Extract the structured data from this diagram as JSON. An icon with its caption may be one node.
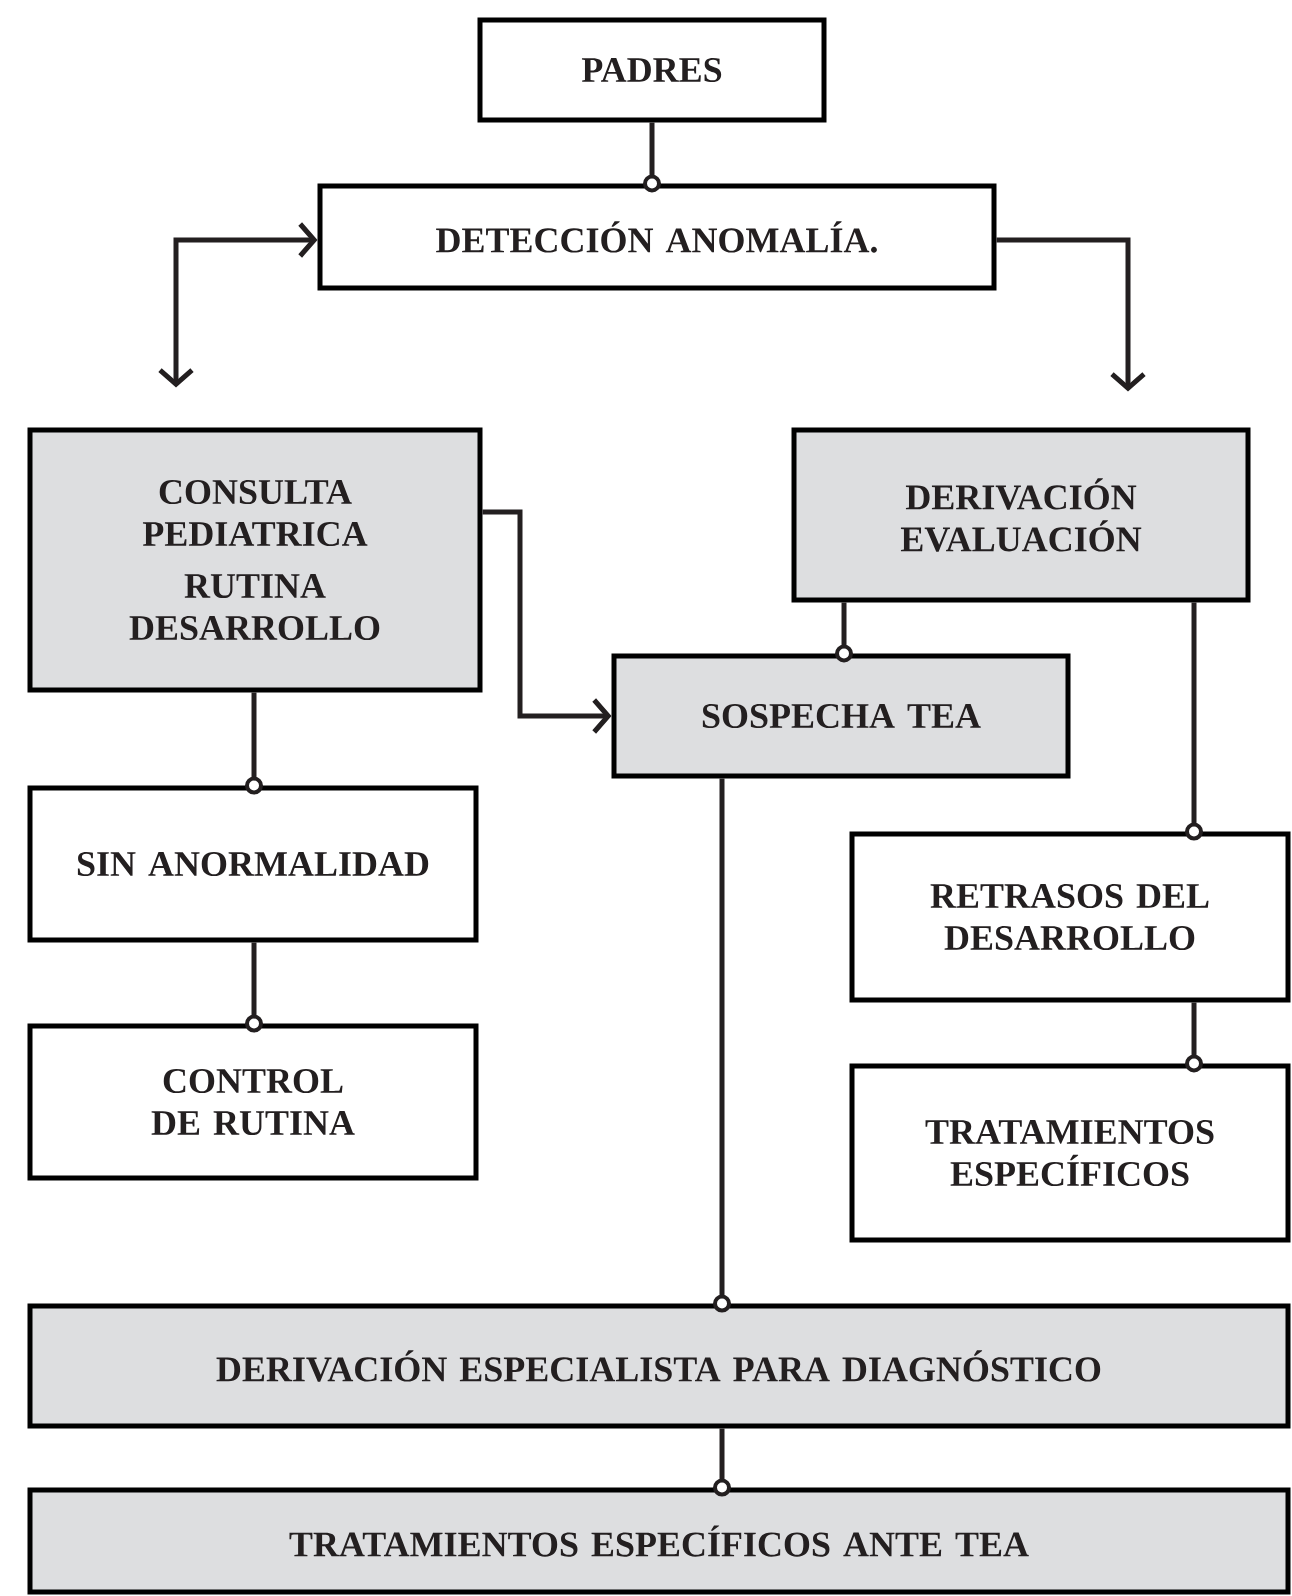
{
  "diagram": {
    "nodes": [
      {
        "text": [
          "PADRES"
        ]
      },
      {
        "text": [
          "DETECCIÓN ANOMALÍA."
        ]
      },
      {
        "text": [
          "CONSULTA PEDIATRICA",
          "RUTINA DESARROLLO"
        ]
      },
      {
        "text": [
          "DERIVACIÓN EVALUACIÓN"
        ]
      },
      {
        "text": [
          "SOSPECHA TEA"
        ]
      },
      {
        "text": [
          "SIN ANORMALIDAD"
        ]
      },
      {
        "text": [
          "RETRASOS DEL DESARROLLO"
        ]
      },
      {
        "text": [
          "CONTROL DE RUTINA"
        ]
      },
      {
        "text": [
          "TRATAMIENTOS ESPECÍFICOS"
        ]
      },
      {
        "text": [
          "DERIVACIÓN ESPECIALISTA PARA DIAGNÓSTICO"
        ]
      },
      {
        "text": [
          "TRATAMIENTOS ESPECÍFICOS ANTE TEA"
        ]
      }
    ],
    "edges": [
      {
        "from": 0,
        "to": 1,
        "arrow": "other"
      },
      {
        "from": 1,
        "to": 2,
        "arrow": "both"
      },
      {
        "from": 1,
        "to": 3,
        "arrow": "to"
      },
      {
        "from": 2,
        "to": 4,
        "arrow": "to"
      },
      {
        "from": 3,
        "to": 4,
        "arrow": "other"
      },
      {
        "from": 2,
        "to": 5,
        "arrow": "other"
      },
      {
        "from": 3,
        "to": 6,
        "arrow": "other"
      },
      {
        "from": 5,
        "to": 7,
        "arrow": "other"
      },
      {
        "from": 6,
        "to": 8,
        "arrow": "other"
      },
      {
        "from": 4,
        "to": 9,
        "arrow": "other"
      },
      {
        "from": 9,
        "to": 10,
        "arrow": "other"
      }
    ]
  }
}
